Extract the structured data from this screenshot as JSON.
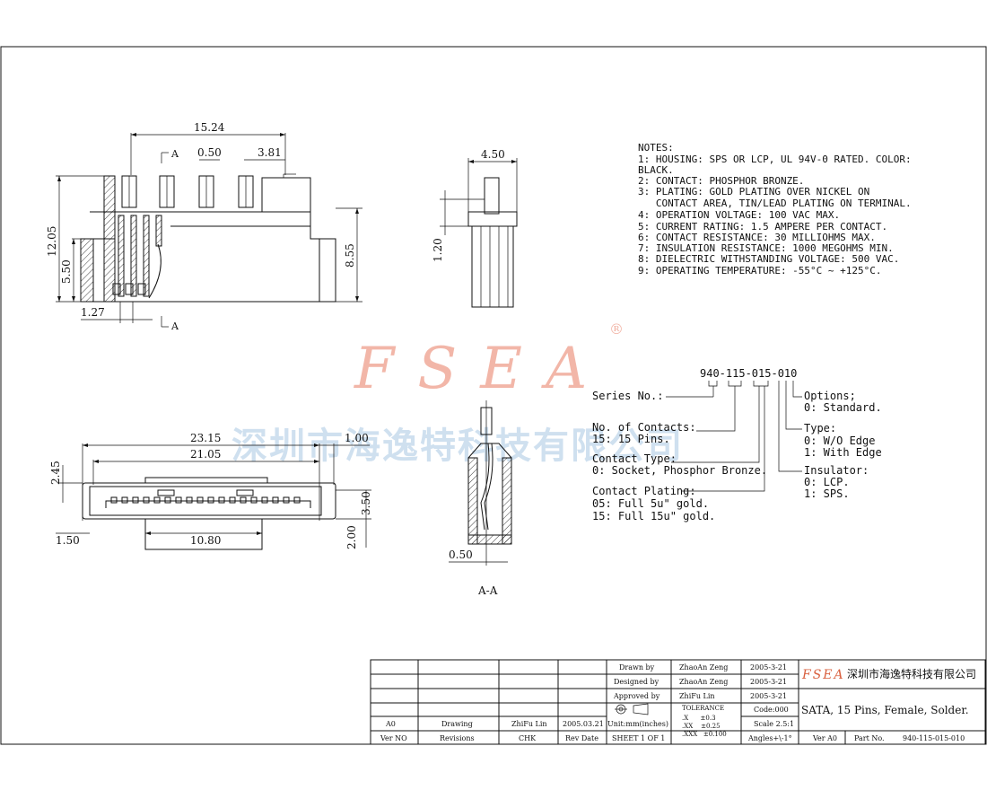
{
  "watermark": {
    "logo_text": "FSEA",
    "registered_mark": "®",
    "company_text": "深圳市海逸特科技有限公司",
    "logo_color": "#f2b6a8",
    "company_color": "#cfe0ef"
  },
  "side_view": {
    "dim_overall_width": "15.24",
    "dim_pin_width": "0.50",
    "dim_pitch": "3.81",
    "dim_total_height": "12.05",
    "dim_lower_height": "5.50",
    "dim_right_height": "8.55",
    "dim_pin_offset": "1.27",
    "section_mark": "A"
  },
  "end_view": {
    "dim_width": "4.50",
    "dim_height": "1.20"
  },
  "front_view": {
    "dim_overall": "23.15",
    "dim_inner": "21.05",
    "dim_right_tab": "1.00",
    "dim_left_height": "2.45",
    "dim_right_height": "3.50",
    "dim_right_lower": "2.00",
    "dim_left_offset": "1.50",
    "dim_bottom": "10.80"
  },
  "section_view": {
    "dim_thickness": "0.50",
    "label": "A-A"
  },
  "notes": {
    "title": "NOTES:",
    "lines": [
      "1: HOUSING: SPS OR LCP, UL 94V-0 RATED. COLOR:",
      "BLACK.",
      "2: CONTACT: PHOSPHOR BRONZE.",
      "3: PLATING: GOLD PLATING OVER NICKEL ON",
      "   CONTACT AREA, TIN/LEAD PLATING ON TERMINAL.",
      "4: OPERATION VOLTAGE: 100 VAC MAX.",
      "5: CURRENT RATING: 1.5 AMPERE PER CONTACT.",
      "6: CONTACT RESISTANCE: 30 MILLIOHMS MAX.",
      "7: INSULATION RESISTANCE: 1000 MEGOHMS MIN.",
      "8: DIELECTRIC WITHSTANDING VOLTAGE: 500 VAC.",
      "9: OPERATING TEMPERATURE: -55°C ~ +125°C."
    ]
  },
  "part_code": {
    "code": "940-115-015-010",
    "series_label": "Series No.:",
    "contacts_label": "No. of Contacts:",
    "contacts_value": "15: 15 Pins.",
    "contact_type_label": "Contact Type:",
    "contact_type_value": "0: Socket, Phosphor Bronze.",
    "plating_label": "Contact Plating:",
    "plating_05": "05: Full 5u\" gold.",
    "plating_15": "15: Full 15u\" gold.",
    "options_label": "Options;",
    "options_value": "0: Standard.",
    "type_label": "Type:",
    "type_0": "0: W/O Edge",
    "type_1": "1: With Edge",
    "insulator_label": "Insulator:",
    "insulator_0": "0: LCP.",
    "insulator_1": "1: SPS."
  },
  "title_block": {
    "rev_no_value": "A0",
    "drawing_label": "Drawing",
    "drawn_by_value_left": "ZhiFu Lin",
    "date_left": "2005.03.21",
    "ver_no_label": "Ver NO",
    "revisions_label": "Revisions",
    "chk_label": "CHK",
    "rev_date_label": "Rev Date",
    "drawn_label": "Drawn  by",
    "designed_label": "Designed  by",
    "approved_label": "Approved  by",
    "drawn_name": "ZhaoAn Zeng",
    "designed_name": "ZhaoAn Zeng",
    "approved_name": "ZhiFu Lin",
    "drawn_date": "2005-3-21",
    "designed_date": "2005-3-21",
    "approved_date": "2005-3-21",
    "units_label": "Unit:mm(inches)",
    "sheet_label": "SHEET  1  OF  1",
    "tolerance_label": "TOLERANCE",
    "tol_x": ".X      ±0.3",
    "tol_xx": ".XX    ±0.25",
    "tol_xxx": ".XXX   ±0.100",
    "code_label": "Code:000",
    "scale_label": "Scale  2.5:1",
    "angles_label": "Angles+\\-1°",
    "company_logo": "FSEA",
    "company_name": "深圳市海逸特科技有限公司",
    "part_title": "SATA, 15 Pins, Female, Solder.",
    "ver_label": "Ver  A0",
    "part_no_label": "Part  No.",
    "part_no_value": "940-115-015-010"
  }
}
